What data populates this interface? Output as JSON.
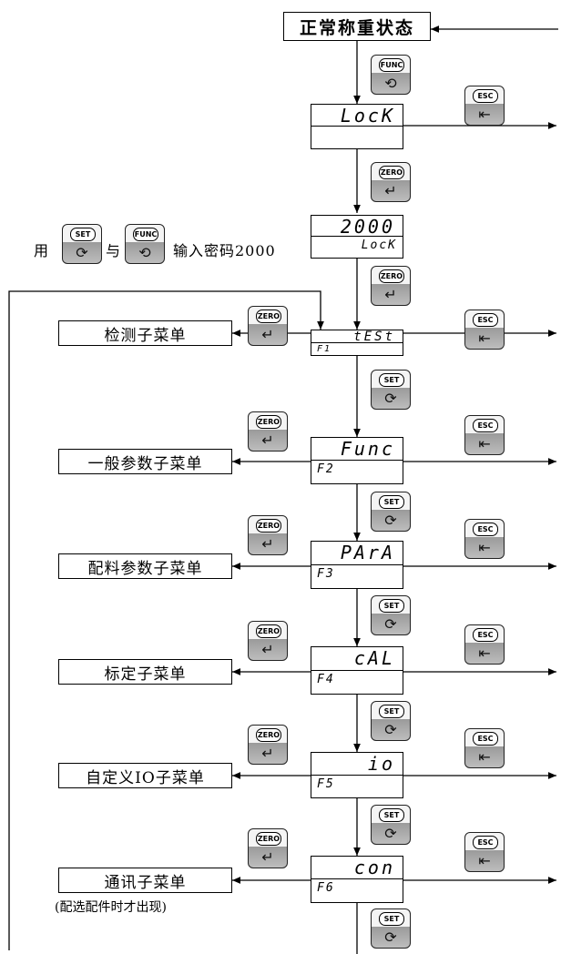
{
  "state_label": "正常称重状态",
  "lock_display": {
    "top": "LocK"
  },
  "password_display": {
    "top": "2000",
    "bottom": "LocK"
  },
  "password_prefix": "用",
  "password_middle": "与",
  "password_suffix": "输入密码2000",
  "keys": {
    "func": {
      "label": "FUNC",
      "glyph": "⟲"
    },
    "esc": {
      "label": "ESC",
      "glyph": "⇤"
    },
    "zero": {
      "label": "ZERO",
      "glyph": "↵"
    },
    "set": {
      "label": "SET",
      "glyph": "⟳"
    }
  },
  "menus": [
    {
      "code": "tESt",
      "id": "F1",
      "label": "检测子菜单"
    },
    {
      "code": "Func",
      "id": "F2",
      "label": "一般参数子菜单"
    },
    {
      "code": "PArA",
      "id": "F3",
      "label": "配料参数子菜单"
    },
    {
      "code": "cAL",
      "id": "F4",
      "label": "标定子菜单"
    },
    {
      "code": "io",
      "id": "F5",
      "label": "自定义IO子菜单"
    },
    {
      "code": "con",
      "id": "F6",
      "label": "通讯子菜单"
    }
  ],
  "comm_note": "(配选配件时才出现)"
}
